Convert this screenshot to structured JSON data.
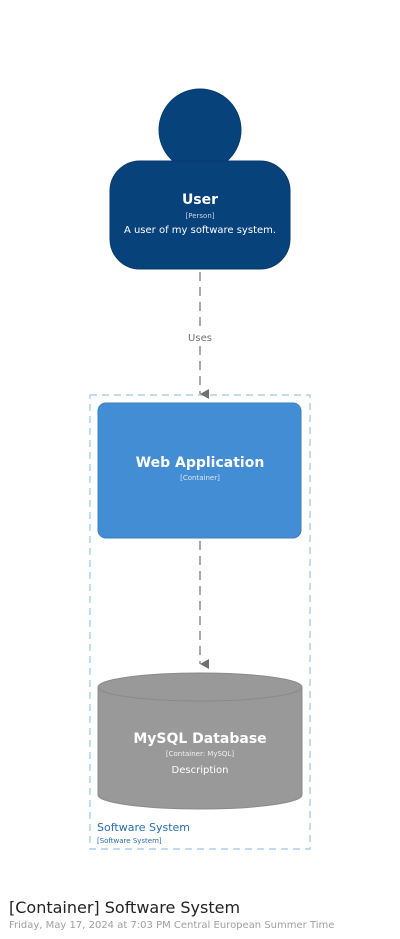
{
  "diagram": {
    "person": {
      "name": "User",
      "type": "[Person]",
      "description": "A user of my software system.",
      "color": "#08427b"
    },
    "relationship_user_webapp": {
      "label": "Uses"
    },
    "boundary": {
      "name": "Software System",
      "type": "[Software System]",
      "color": "#438dd5"
    },
    "webapp": {
      "name": "Web Application",
      "type": "[Container]",
      "color": "#438dd5"
    },
    "database": {
      "name": "MySQL Database",
      "type": "[Container: MySQL]",
      "description": "Description",
      "color": "#999999"
    }
  },
  "footer": {
    "title": "[Container] Software System",
    "subtitle": "Friday, May 17, 2024 at 7:03 PM Central European Summer Time"
  }
}
